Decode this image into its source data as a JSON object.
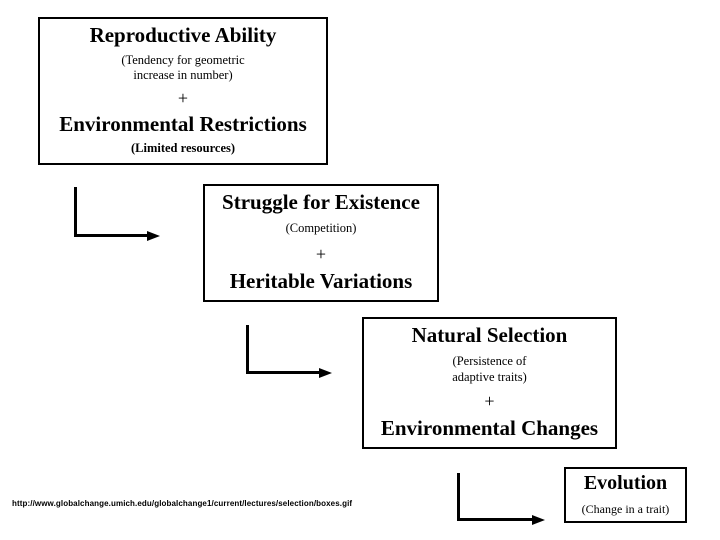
{
  "diagram": {
    "colors": {
      "line": "#000000",
      "background": "#ffffff",
      "text": "#000000"
    },
    "box_reproductive": {
      "title_top": "Reproductive Ability",
      "note_top_line1": "(Tendency for geometric",
      "note_top_line2": "increase in number)",
      "plus": "+",
      "title_bottom": "Environmental Restrictions",
      "note_bottom": "(Limited resources)"
    },
    "box_struggle": {
      "title_top": "Struggle for Existence",
      "note_top": "(Competition)",
      "plus": "+",
      "title_bottom": "Heritable Variations"
    },
    "box_natural_selection": {
      "title_top": "Natural Selection",
      "note_top_line1": "(Persistence of",
      "note_top_line2": "adaptive traits)",
      "plus": "+",
      "title_bottom": "Environmental Changes"
    },
    "box_evolution": {
      "title": "Evolution",
      "note": "(Change in a trait)"
    },
    "source_url": "http://www.globalchange.umich.edu/globalchange1/current/lectures/selection/boxes.gif"
  }
}
